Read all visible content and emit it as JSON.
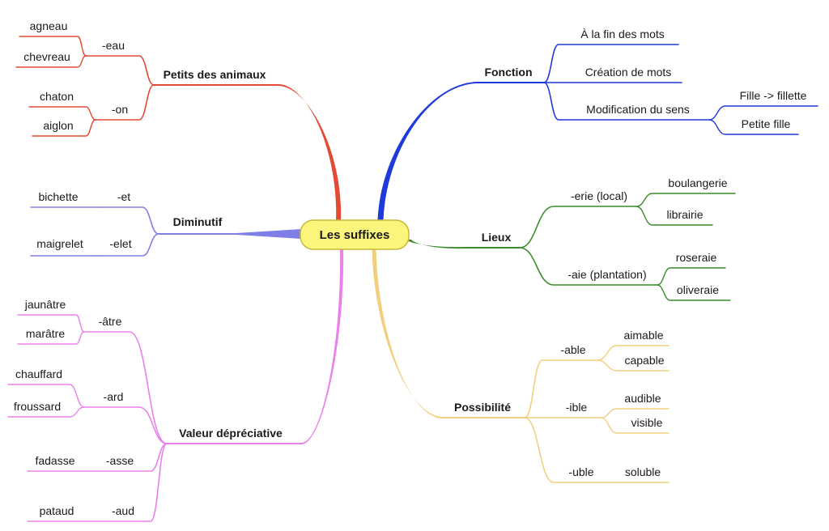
{
  "center": "Les suffixes",
  "branches": [
    {
      "key": "fonction",
      "label": "Fonction",
      "color": "#1e3ad8",
      "children": [
        {
          "label": "À la fin des mots"
        },
        {
          "label": "Création de mots"
        },
        {
          "label": "Modification du sens",
          "children": [
            {
              "label": "Fille -> fillette"
            },
            {
              "label": "Petite fille"
            }
          ]
        }
      ]
    },
    {
      "key": "lieux",
      "label": "Lieux",
      "color": "#3a8c2a",
      "children": [
        {
          "label": "-erie (local)",
          "children": [
            {
              "label": "boulangerie"
            },
            {
              "label": "librairie"
            }
          ]
        },
        {
          "label": "-aie (plantation)",
          "children": [
            {
              "label": "roseraie"
            },
            {
              "label": "oliveraie"
            }
          ]
        }
      ]
    },
    {
      "key": "possibilite",
      "label": "Possibilité",
      "color": "#f2cf7e",
      "children": [
        {
          "label": "-able",
          "children": [
            {
              "label": "aimable"
            },
            {
              "label": "capable"
            }
          ]
        },
        {
          "label": "-ible",
          "children": [
            {
              "label": "audible"
            },
            {
              "label": "visible"
            }
          ]
        },
        {
          "label": "-uble",
          "children": [
            {
              "label": "soluble"
            }
          ]
        }
      ]
    },
    {
      "key": "petits",
      "label": "Petits des animaux",
      "color": "#e34a33",
      "children": [
        {
          "label": "-eau",
          "children": [
            {
              "label": "agneau"
            },
            {
              "label": "chevreau"
            }
          ]
        },
        {
          "label": "-on",
          "children": [
            {
              "label": "chaton"
            },
            {
              "label": "aiglon"
            }
          ]
        }
      ]
    },
    {
      "key": "diminutif",
      "label": "Diminutif",
      "color": "#7f7ee6",
      "children": [
        {
          "label": "-et",
          "children": [
            {
              "label": "bichette"
            }
          ]
        },
        {
          "label": "-elet",
          "children": [
            {
              "label": "maigrelet"
            }
          ]
        }
      ]
    },
    {
      "key": "valeur",
      "label": "Valeur dépréciative",
      "color": "#ea80ea",
      "children": [
        {
          "label": "-âtre",
          "children": [
            {
              "label": "jaunâtre"
            },
            {
              "label": "marâtre"
            }
          ]
        },
        {
          "label": "-ard",
          "children": [
            {
              "label": "chauffard"
            },
            {
              "label": "froussard"
            }
          ]
        },
        {
          "label": "-asse",
          "children": [
            {
              "label": "fadasse"
            }
          ]
        },
        {
          "label": "-aud",
          "children": [
            {
              "label": "pataud"
            }
          ]
        }
      ]
    }
  ],
  "colors": {
    "center_fill": "#fbf57c",
    "center_stroke": "#c9b93a"
  }
}
